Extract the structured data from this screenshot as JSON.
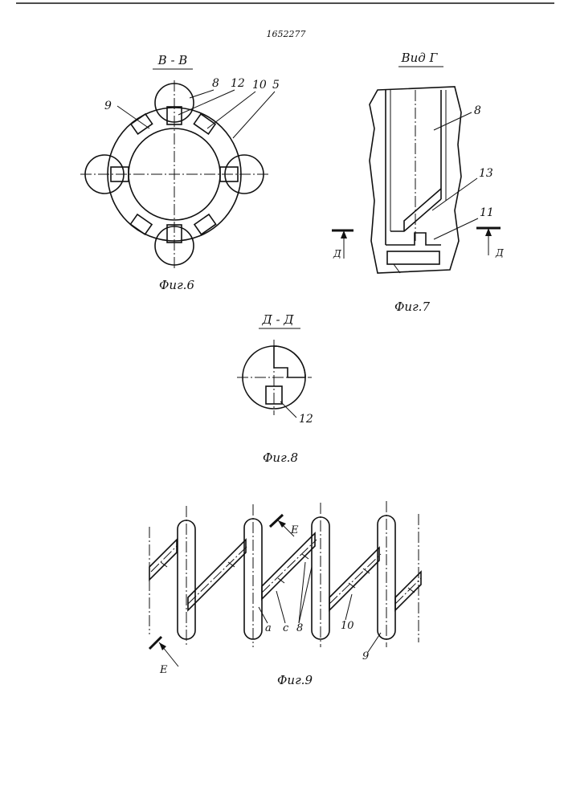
{
  "sheet": {
    "patent_number": "1652277"
  },
  "fig6": {
    "section_label": "В - В",
    "caption": "Фиг.6",
    "callouts": [
      "8",
      "12",
      "10",
      "5",
      "9"
    ]
  },
  "fig7": {
    "view_label": "Вид Г",
    "caption": "Фиг.7",
    "callouts": [
      "8",
      "13",
      "11"
    ],
    "section_marks": [
      "Д",
      "Д"
    ]
  },
  "fig8": {
    "section_label": "Д - Д",
    "caption": "Фиг.8",
    "callouts": [
      "12"
    ]
  },
  "fig9": {
    "caption": "Фиг.9",
    "callouts": [
      "a",
      "c",
      "8",
      "10",
      "9"
    ],
    "section_marks": [
      "Е",
      "Е"
    ]
  },
  "colors": {
    "ink": "#111111",
    "paper": "#ffffff"
  }
}
